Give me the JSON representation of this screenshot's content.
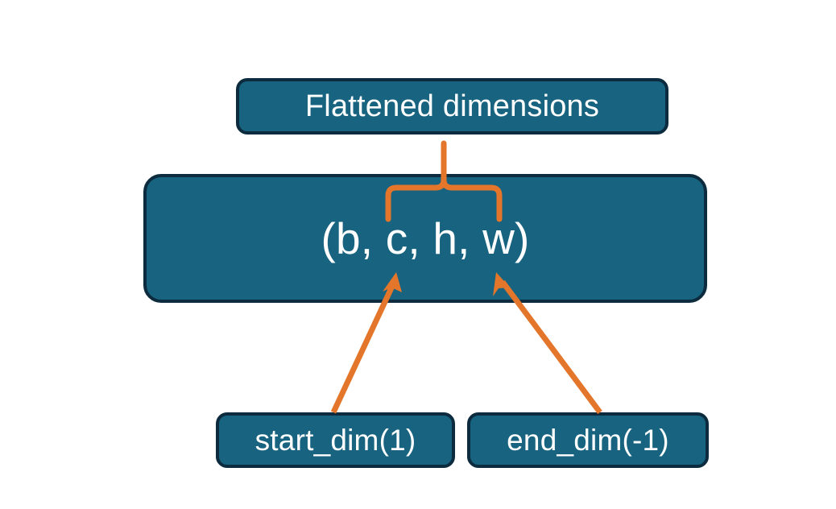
{
  "diagram": {
    "title_node": {
      "label": "Flattened dimensions",
      "name": "flattened-dimensions-box"
    },
    "tuple_node": {
      "label": "(b, c, h, w)",
      "name": "tensor-shape-tuple-box"
    },
    "param_nodes": [
      {
        "label": "start_dim(1)",
        "name": "start-dim-box"
      },
      {
        "label": "end_dim(-1)",
        "name": "end-dim-box"
      }
    ],
    "connectors": [
      {
        "name": "flatten-range-brace",
        "type": "curly-brace",
        "from": "tuple_node",
        "to": "title_node"
      },
      {
        "name": "start-dim-arrow",
        "type": "arrow",
        "from": "start_dim(1)",
        "to": "c"
      },
      {
        "name": "end-dim-arrow",
        "type": "arrow",
        "from": "end_dim(-1)",
        "to": "w"
      }
    ],
    "colors": {
      "box_fill": "#18637f",
      "box_border": "#0d2b3e",
      "text": "#ffffff",
      "accent": "#e3762a",
      "background": "#ffffff"
    }
  }
}
